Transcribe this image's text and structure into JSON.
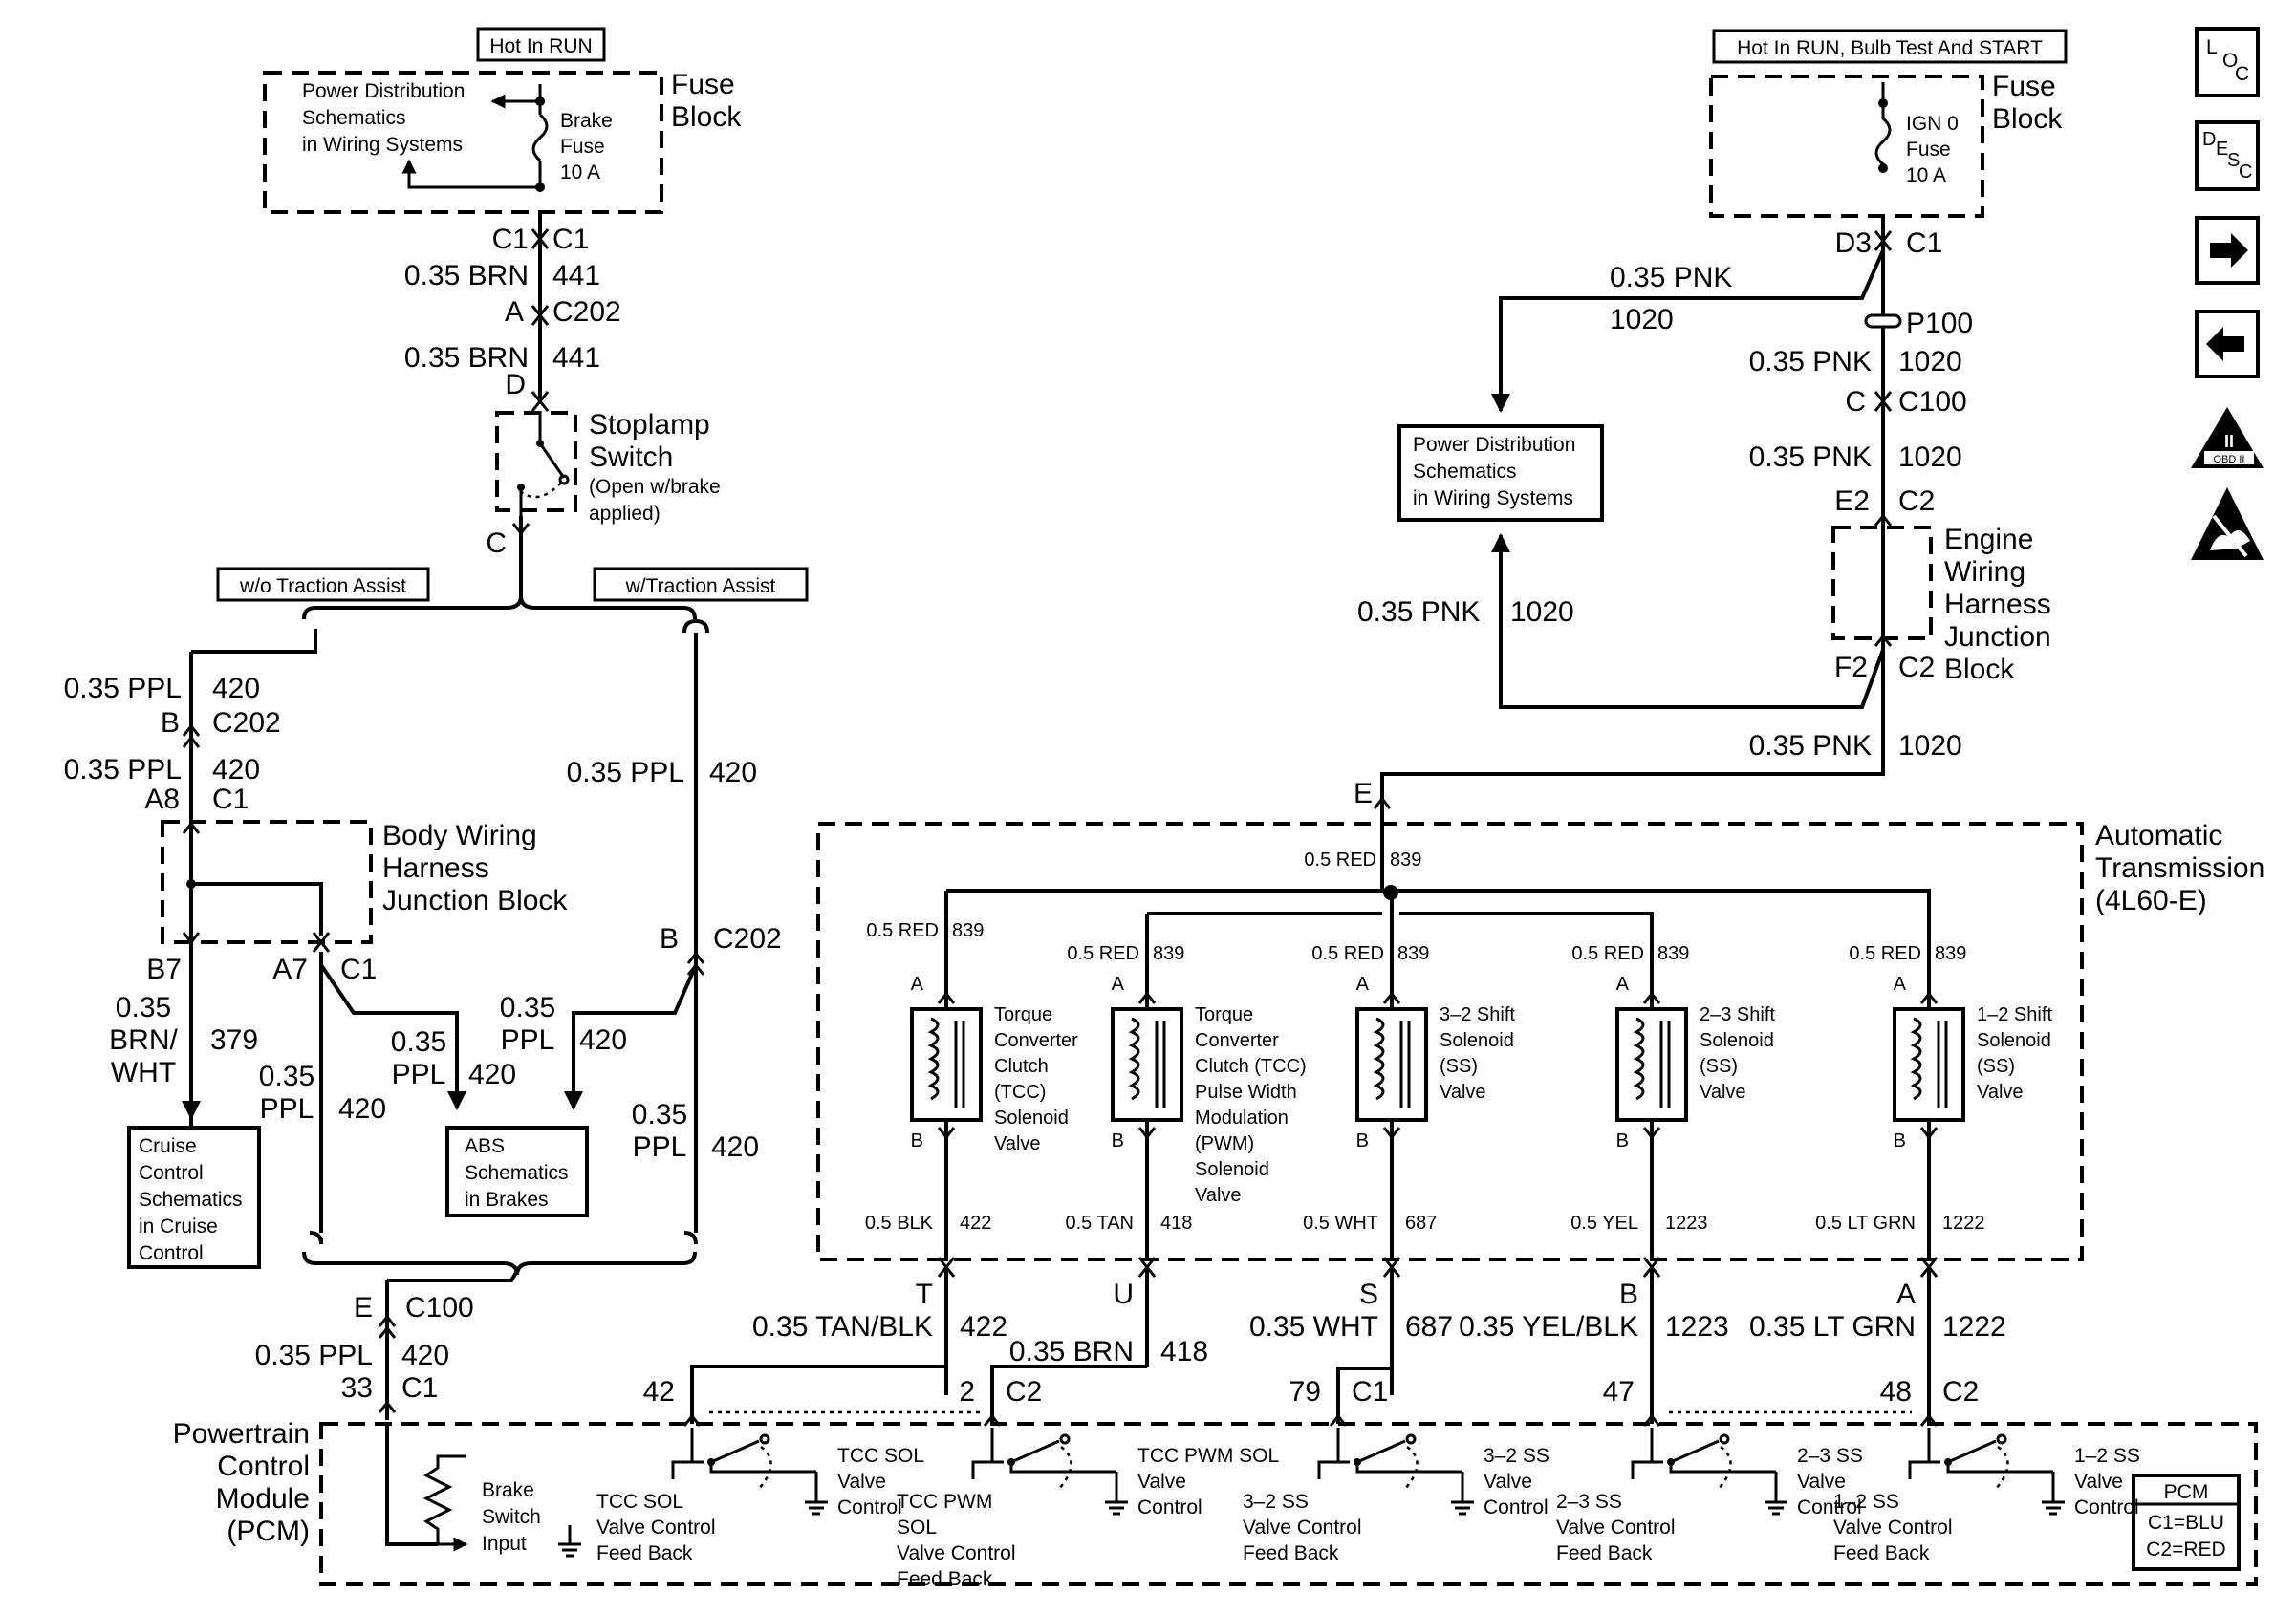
{
  "side_icons": [
    "LOC",
    "DESC",
    "right-arrow",
    "left-arrow",
    "obd-ii",
    "esd-warning"
  ],
  "side_icon_text": {
    "loc": [
      "L",
      "O",
      "C"
    ],
    "desc": [
      "D",
      "E",
      "S",
      "C"
    ],
    "obd": [
      "II",
      "OBD II"
    ]
  },
  "left": {
    "condition": "Hot In RUN",
    "fuse_block": "Fuse Block",
    "fuse": [
      "Brake",
      "Fuse",
      "10 A"
    ],
    "pds": [
      "Power Distribution",
      "Schematics",
      "in Wiring Systems"
    ],
    "wires": {
      "c1_a": "C1",
      "c1_b": "C1",
      "w1_gauge": "0.35 BRN",
      "w1_num": "441",
      "conn_a": "A",
      "c202": "C202",
      "w2_gauge": "0.35 BRN",
      "w2_num": "441",
      "d": "D",
      "c": "C"
    },
    "stoplamp": [
      "Stoplamp",
      "Switch",
      "(Open w/brake",
      "applied)"
    ],
    "wo_traction": "w/o Traction Assist",
    "w_traction": "w/Traction Assist",
    "ppl_a": "0.35 PPL",
    "ppl_a_num": "420",
    "pin_b": "B",
    "pin_b_c202": "C202",
    "ppl_b": "0.35 PPL",
    "ppl_b_num": "420",
    "pin_a8": "A8",
    "pin_a8_c1": "C1",
    "bwh": [
      "Body Wiring",
      "Harness",
      "Junction Block"
    ],
    "pin_b7": "B7",
    "pin_a7": "A7",
    "pin_c1": "C1",
    "brn_wht": [
      "0.35",
      "BRN/",
      "WHT"
    ],
    "brn_wht_num": "379",
    "ppl_c": [
      "0.35",
      "PPL"
    ],
    "ppl_c_num": "420",
    "ppl_d": [
      "0.35",
      "PPL"
    ],
    "ppl_d_num": "420",
    "ppl_e": [
      "0.35",
      "PPL"
    ],
    "ppl_e_num": "420",
    "ppl_f": [
      "0.35",
      "PPL"
    ],
    "ppl_f_num": "420",
    "ppl_right": "0.35 PPL",
    "ppl_right_num": "420",
    "pin_b_right": "B",
    "c202_right": "C202",
    "cruise": [
      "Cruise",
      "Control",
      "Schematics",
      "in Cruise",
      "Control"
    ],
    "abs": [
      "ABS",
      "Schematics",
      "in Brakes"
    ],
    "pin_e": "E",
    "c100": "C100",
    "ppl_pcm": "0.35 PPL",
    "ppl_pcm_num": "420",
    "pin_33": "33",
    "pin_33_c1": "C1"
  },
  "right": {
    "condition": "Hot In RUN, Bulb Test And START",
    "fuse_block": [
      "Fuse",
      "Block"
    ],
    "fuse": [
      "IGN 0",
      "Fuse",
      "10 A"
    ],
    "d3": "D3",
    "c1": "C1",
    "pnk_a": "0.35 PNK",
    "pnk_a_num": "1020",
    "p100": "P100",
    "pnk_b": "0.35 PNK",
    "pnk_b_num": "1020",
    "pin_c": "C",
    "c100": "C100",
    "pnk_c": "0.35 PNK",
    "pnk_c_num": "1020",
    "e2": "E2",
    "c2": "C2",
    "ewh": [
      "Engine",
      "Wiring",
      "Harness",
      "Junction",
      "Block"
    ],
    "f2": "F2",
    "c2b": "C2",
    "pnk_d": "0.35 PNK",
    "pnk_d_num": "1020",
    "pnk_e": "0.35 PNK",
    "pnk_e_num": "1020",
    "pds": [
      "Power Distribution",
      "Schematics",
      "in Wiring Systems"
    ],
    "pin_e": "E"
  },
  "transmission": {
    "title": [
      "Automatic",
      "Transmission",
      "(4L60-E)"
    ],
    "feed": "0.5 RED",
    "feed_num": "839",
    "solenoids": [
      {
        "top_wire": "0.5 RED",
        "top_num": "839",
        "label": [
          "Torque",
          "Converter",
          "Clutch",
          "(TCC)",
          "Solenoid",
          "Valve"
        ],
        "pin_a": "A",
        "pin_b": "B",
        "bot_wire": "0.5 BLK",
        "bot_num": "422",
        "conn": "T",
        "ext_wire": "0.35 TAN/BLK",
        "ext_num": "422",
        "pcm_pin": "42",
        "pcm_conn": ""
      },
      {
        "top_wire": "0.5 RED",
        "top_num": "839",
        "label": [
          "Torque",
          "Converter",
          "Clutch (TCC)",
          "Pulse Width",
          "Modulation",
          "(PWM)",
          "Solenoid",
          "Valve"
        ],
        "pin_a": "A",
        "pin_b": "B",
        "bot_wire": "0.5 TAN",
        "bot_num": "418",
        "conn": "U",
        "ext_wire": "0.35 BRN",
        "ext_num": "418",
        "pcm_pin": "2",
        "pcm_conn": "C2"
      },
      {
        "top_wire": "0.5 RED",
        "top_num": "839",
        "label": [
          "3–2 Shift",
          "Solenoid",
          "(SS)",
          "Valve"
        ],
        "pin_a": "A",
        "pin_b": "B",
        "bot_wire": "0.5 WHT",
        "bot_num": "687",
        "conn": "S",
        "ext_wire": "0.35 WHT",
        "ext_num": "687",
        "pcm_pin": "79",
        "pcm_conn": "C1"
      },
      {
        "top_wire": "0.5 RED",
        "top_num": "839",
        "label": [
          "2–3 Shift",
          "Solenoid",
          "(SS)",
          "Valve"
        ],
        "pin_a": "A",
        "pin_b": "B",
        "bot_wire": "0.5 YEL",
        "bot_num": "1223",
        "conn": "B",
        "ext_wire": "0.35 YEL/BLK",
        "ext_num": "1223",
        "pcm_pin": "47",
        "pcm_conn": ""
      },
      {
        "top_wire": "0.5 RED",
        "top_num": "839",
        "label": [
          "1–2 Shift",
          "Solenoid",
          "(SS)",
          "Valve"
        ],
        "pin_a": "A",
        "pin_b": "B",
        "bot_wire": "0.5 LT GRN",
        "bot_num": "1222",
        "conn": "A",
        "ext_wire": "0.35 LT GRN",
        "ext_num": "1222",
        "pcm_pin": "48",
        "pcm_conn": "C2"
      }
    ]
  },
  "pcm": {
    "title": [
      "Powertrain",
      "Control",
      "Module",
      "(PCM)"
    ],
    "brake_input": [
      "Brake",
      "Switch",
      "Input"
    ],
    "drivers": [
      {
        "feedback": [
          "TCC SOL",
          "Valve Control",
          "Feed Back"
        ],
        "control": [
          "TCC SOL",
          "Valve",
          "Control"
        ]
      },
      {
        "feedback": [
          "TCC PWM",
          "SOL",
          "Valve Control",
          "Feed Back"
        ],
        "control": [
          "TCC PWM SOL",
          "Valve",
          "Control"
        ]
      },
      {
        "feedback": [
          "3–2 SS",
          "Valve Control",
          "Feed Back"
        ],
        "control": [
          "3–2 SS",
          "Valve",
          "Control"
        ]
      },
      {
        "feedback": [
          "2–3 SS",
          "Valve Control",
          "Feed Back"
        ],
        "control": [
          "2–3 SS",
          "Valve",
          "Control"
        ]
      },
      {
        "feedback": [
          "1–2 SS",
          "Valve Control",
          "Feed Back"
        ],
        "control": [
          "1–2 SS",
          "Valve",
          "Control"
        ]
      }
    ],
    "legend": [
      "PCM",
      "C1=BLU",
      "C2=RED"
    ]
  }
}
